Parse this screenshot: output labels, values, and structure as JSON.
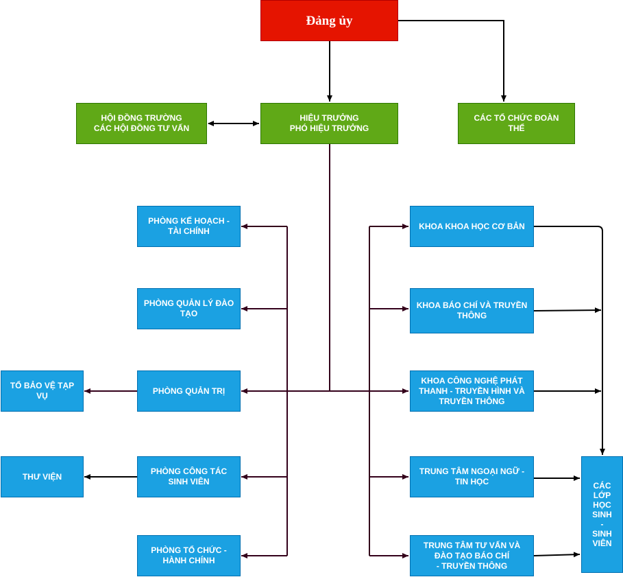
{
  "nodes": {
    "party_committee": "Đảng ủy",
    "councils": "HỘI ĐỒNG TRƯỜNG\nCÁC HỘI ĐỒNG TƯ VẤN",
    "rector": "HIỆU TRƯỞNG\nPHÓ HIỆU TRƯỞNG",
    "unions": "CÁC TỔ CHỨC ĐOÀN\nTHỂ",
    "planning_finance": "PHÒNG KẾ HOẠCH -\nTÀI CHÍNH",
    "training_mgmt": "PHÒNG QUẢN LÝ ĐÀO\nTẠO",
    "administration": "PHÒNG QUẢN TRỊ",
    "student_affairs": "PHÒNG CÔNG TÁC\nSINH VIÊN",
    "personnel": "PHÒNG TỔ CHỨC -\nHÀNH CHÍNH",
    "security_team": "TỔ BẢO VỆ TẠP\nVỤ",
    "library": "THƯ VIỆN",
    "basic_science": "KHOA KHOA HỌC CƠ BẢN",
    "journalism": "KHOA BÁO CHÍ VÀ TRUYỀN\nTHÔNG",
    "broadcast_tech": "KHOA CÔNG NGHỆ PHÁT\nTHANH - TRUYỀN HÌNH VÀ\nTRUYỀN THÔNG",
    "language_it": "TRUNG TÂM NGOẠI NGỮ -\nTIN HỌC",
    "consulting_training": "TRUNG TÂM TƯ VẤN VÀ\nĐÀO TẠO BÁO CHÍ\n- TRUYỀN THÔNG",
    "student_classes": "CÁC\nLỚP\nHỌC\nSINH\n-\nSINH\nVIÊN"
  },
  "colors": {
    "red": "#e51400",
    "green": "#60a917",
    "blue": "#1ba1e2",
    "connector_dark": "#33001a",
    "connector_black": "#000000"
  }
}
